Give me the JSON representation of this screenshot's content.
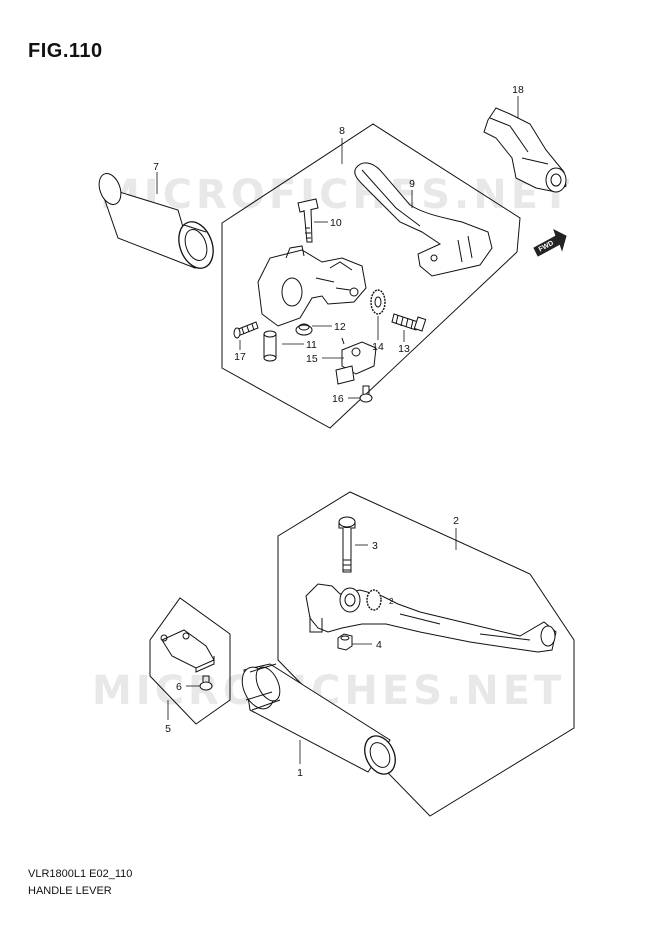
{
  "header": {
    "title": "FIG.110"
  },
  "footer": {
    "code": "VLR1800L1 E02_110",
    "name": "HANDLE LEVER"
  },
  "watermark": {
    "text": "MICROFICHES.NET"
  },
  "fwd_label": "FWD",
  "parts": {
    "p1": "1",
    "p2": "2",
    "p3": "3",
    "p4": "4",
    "p5": "5",
    "p6": "6",
    "p7": "7",
    "p8": "8",
    "p9": "9",
    "p10": "10",
    "p11": "11",
    "p12": "12",
    "p13": "13",
    "p14": "14",
    "p15": "15",
    "p16": "16",
    "p17": "17",
    "p18": "18"
  }
}
